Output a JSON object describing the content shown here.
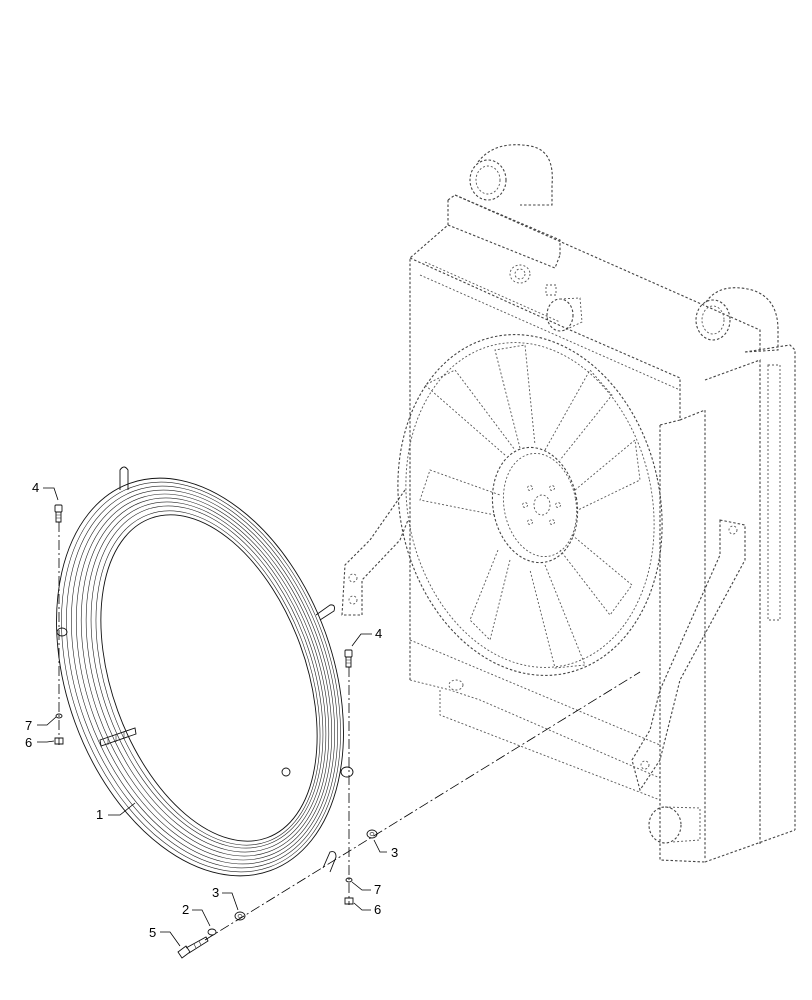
{
  "callouts": [
    {
      "id": "c1",
      "label": "1"
    },
    {
      "id": "c2",
      "label": "2"
    },
    {
      "id": "c3a",
      "label": "3"
    },
    {
      "id": "c3b",
      "label": "3"
    },
    {
      "id": "c4a",
      "label": "4"
    },
    {
      "id": "c4b",
      "label": "4"
    },
    {
      "id": "c5",
      "label": "5"
    },
    {
      "id": "c6a",
      "label": "6"
    },
    {
      "id": "c6b",
      "label": "6"
    },
    {
      "id": "c7a",
      "label": "7"
    },
    {
      "id": "c7b",
      "label": "7"
    }
  ],
  "colors": {
    "line": "#111111",
    "hidden_line": "#555555",
    "background": "#ffffff"
  }
}
